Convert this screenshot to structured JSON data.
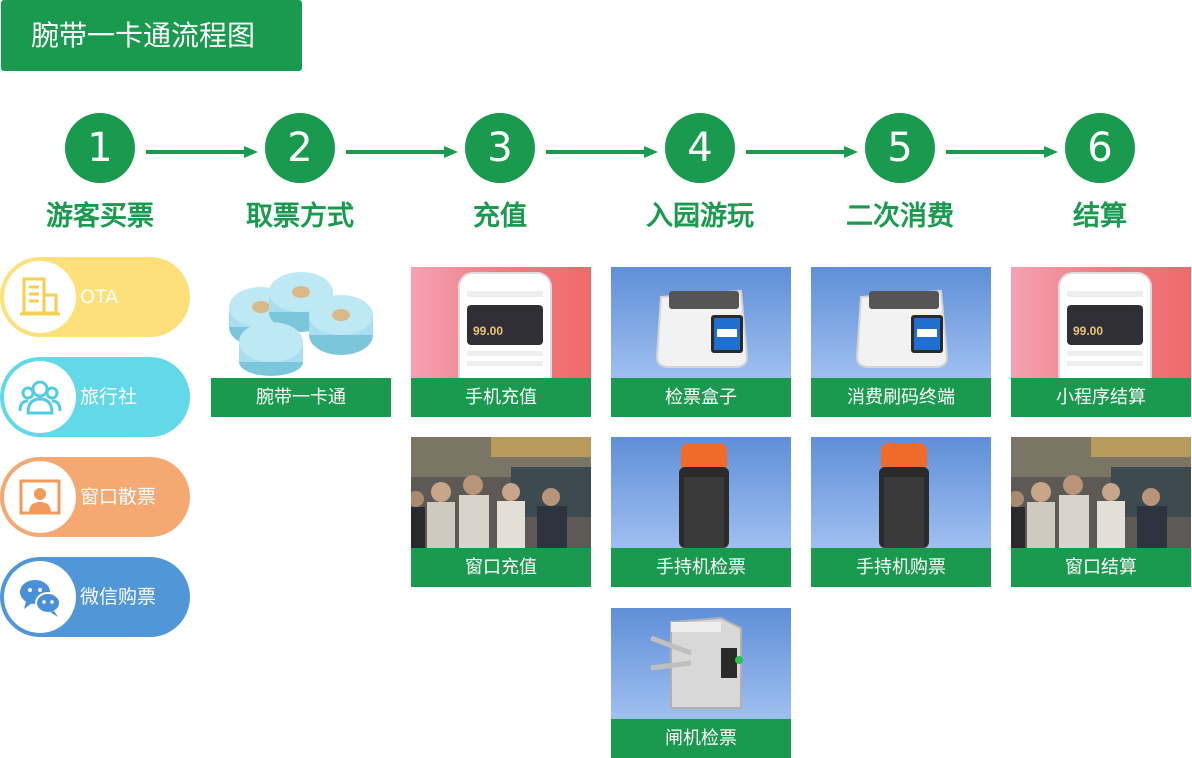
{
  "title": "腕带一卡通流程图",
  "colors": {
    "primary": "#1a9a4e"
  },
  "steps": [
    {
      "number": "1",
      "label": "游客买票"
    },
    {
      "number": "2",
      "label": "取票方式"
    },
    {
      "number": "3",
      "label": "充值"
    },
    {
      "number": "4",
      "label": "入园游玩"
    },
    {
      "number": "5",
      "label": "二次消费"
    },
    {
      "number": "6",
      "label": "结算"
    }
  ],
  "purchase_options": [
    {
      "label": "OTA",
      "icon": "document-building-icon",
      "color": "#fde07a"
    },
    {
      "label": "旅行社",
      "icon": "group-people-icon",
      "color": "#62d8e8"
    },
    {
      "label": "窗口散票",
      "icon": "window-person-icon",
      "color": "#f6a872"
    },
    {
      "label": "微信购票",
      "icon": "wechat-icon",
      "color": "#5196d6"
    }
  ],
  "cards": {
    "wristband": "腕带一卡通",
    "phone_recharge": "手机充值",
    "window_recharge": "窗口充值",
    "ticket_box": "检票盒子",
    "handheld_check": "手持机检票",
    "gate_check": "闸机检票",
    "pos_terminal": "消费刷码终端",
    "handheld_purchase": "手持机购票",
    "mini_program": "小程序结算",
    "window_settle": "窗口结算"
  },
  "phone_screen": {
    "amount": "99.00"
  }
}
